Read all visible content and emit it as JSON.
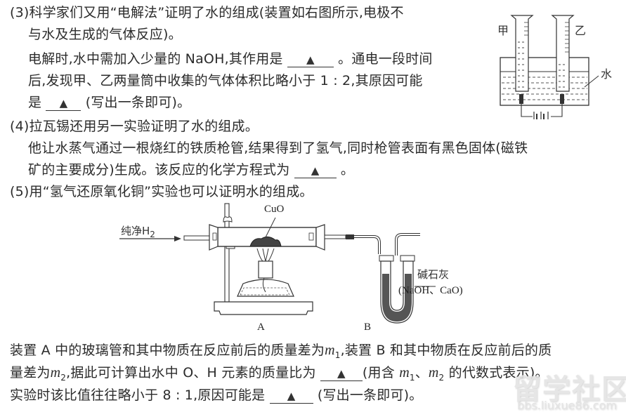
{
  "q3": {
    "line1": "(3)科学家们又用“电解法”证明了水的组成(装置如右图所示,电极不",
    "line2": "与水及生成的气体反应)。",
    "line3_a": "电解时,水中需加入少量的 NaOH,其作用是",
    "line3_b": "。通电一段时间",
    "line4": "后,发现甲、乙两量筒中收集的气体体积比略小于 1 : 2,其原因可能",
    "line5_a": "是",
    "line5_b": "(写出一条即可)。"
  },
  "q4": {
    "line1": "(4)拉瓦锡还用另一实验证明了水的组成。",
    "line2": "他让水蒸气通过一根烧红的铁质枪管,结果得到了氢气,同时枪管表面有黑色固体(磁铁",
    "line3_a": "矿的主要成分)生成。该反应的化学方程式为",
    "line3_b": "。"
  },
  "q5": {
    "line1": "(5)用“氢气还原氧化铜”实验也可以证明水的组成。",
    "para1_a": "装置 A 中的玻璃管和其中物质在反应前后的质量差为",
    "para1_m1": "m",
    "para1_m1_sub": "1",
    "para1_b": ",装置 B 和其中物质在反应前后的质",
    "para2_a": "量差为",
    "para2_m2": "m",
    "para2_m2_sub": "2",
    "para2_b": ",据此可计算出水中 O、H 元素的质量比为",
    "para2_c": "(用含",
    "para2_m1": "m",
    "para2_m1_sub": "1",
    "para2_sep": "、",
    "para2_m2b": "m",
    "para2_m2b_sub": "2",
    "para2_d": " 的代数式表示)。",
    "para3_a": "实验时该比值往往略小于 8 : 1,原因可能是",
    "para3_b": "(写出一条即可)。"
  },
  "answer_marker": "▲",
  "figure_electrolysis": {
    "label_jia": "甲",
    "label_yi": "乙",
    "label_water": "水"
  },
  "figure_reduction": {
    "label_h2": "纯净H",
    "label_h2_sub": "2",
    "label_cuo": "CuO",
    "label_a": "A",
    "label_b": "B",
    "label_sodalime": "碱石灰",
    "label_sodalime_formula": "(NaOH、CaO)"
  },
  "watermark": {
    "main": "留学社区",
    "url": "bbs.liuxue86.com"
  }
}
